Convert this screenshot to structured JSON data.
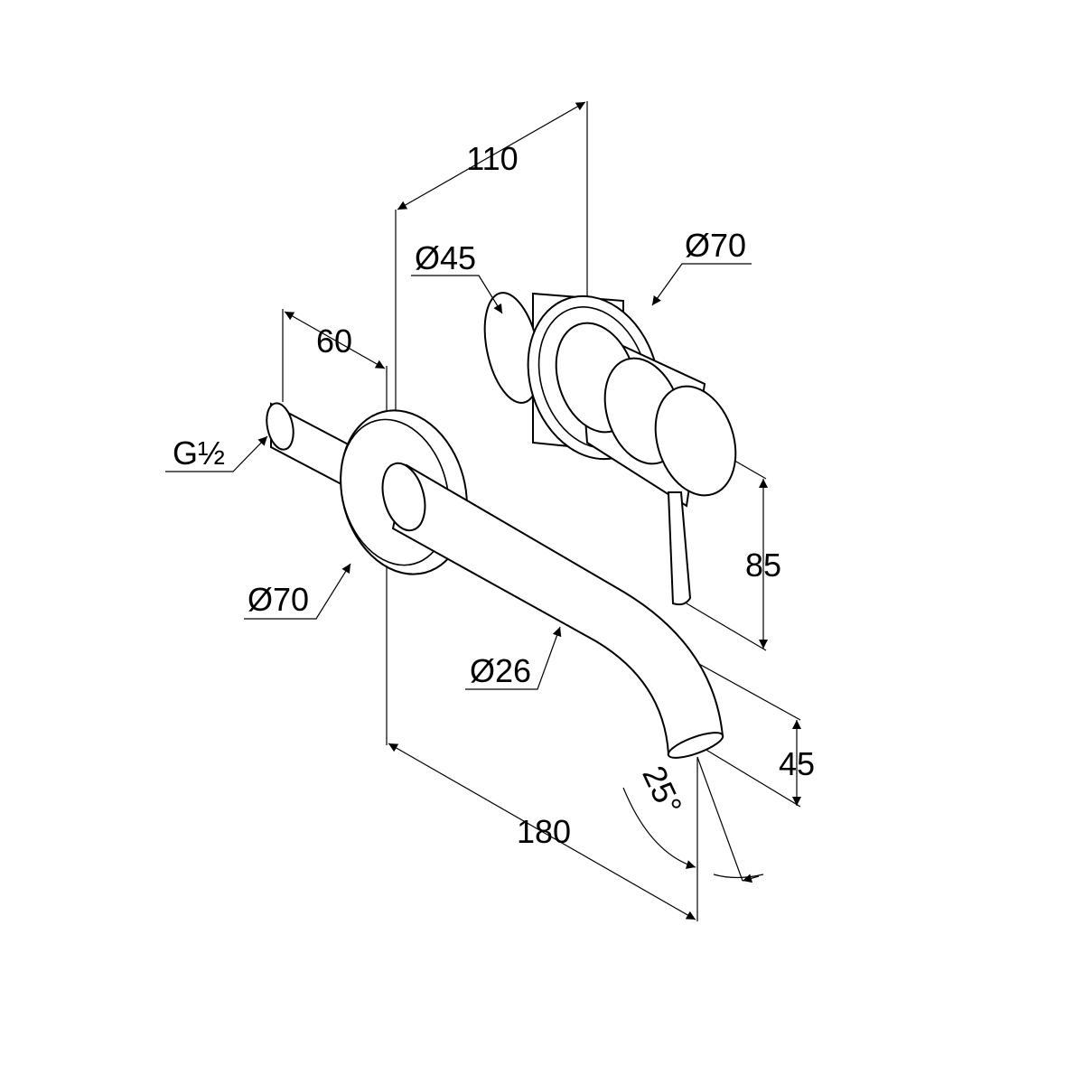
{
  "drawing": {
    "dimensions": {
      "depth_mixer": "110",
      "mixer_body_diameter": "Ø45",
      "mixer_rosette_diameter": "Ø70",
      "depth_connection": "60",
      "thread": "G½",
      "spout_rosette_diameter": "Ø70",
      "spout_diameter": "Ø26",
      "lever_height": "85",
      "spout_drop": "45",
      "spout_projection": "180",
      "outlet_angle": "25°"
    },
    "colors": {
      "line": "#000000",
      "background": "#ffffff"
    }
  }
}
